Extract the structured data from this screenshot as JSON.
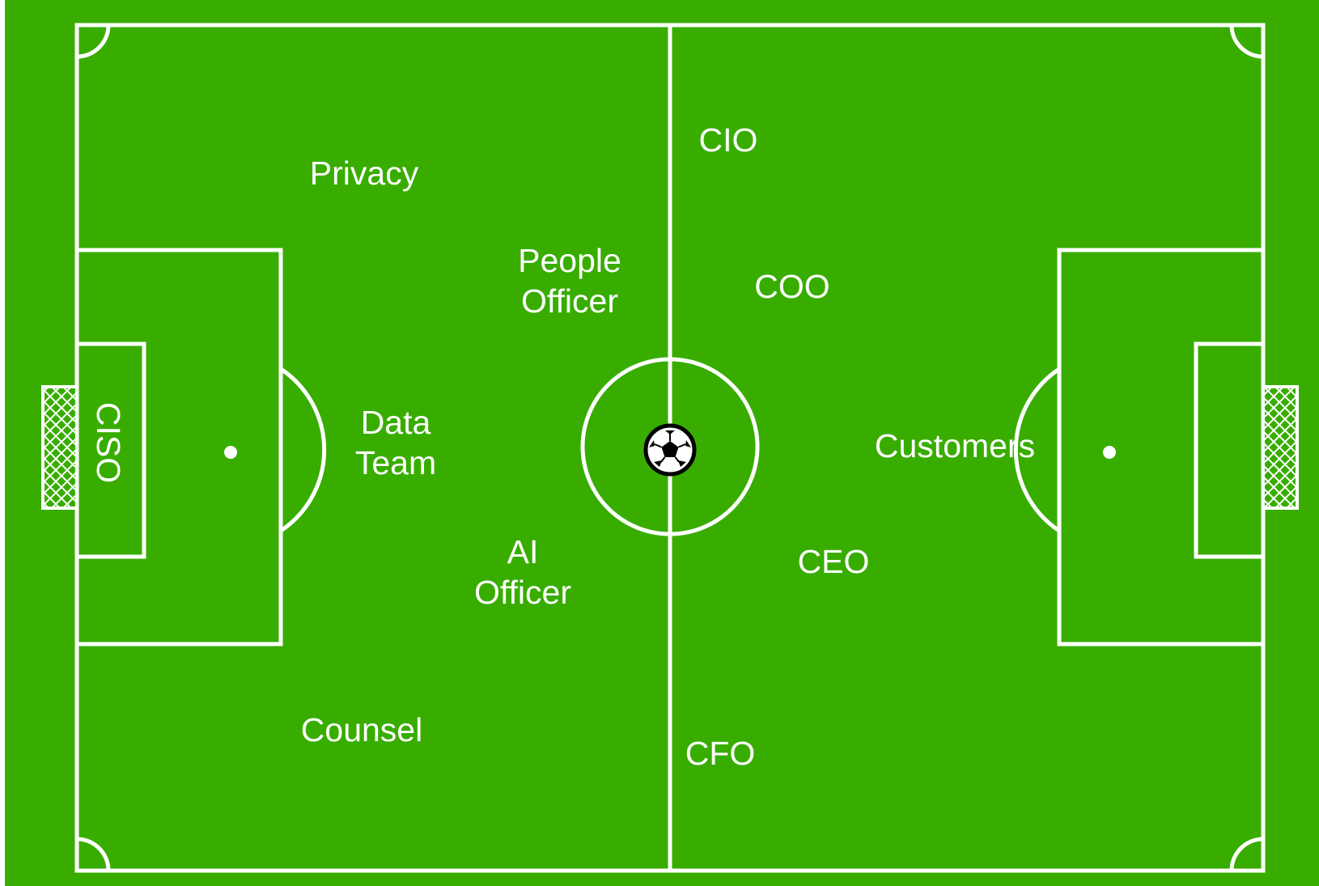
{
  "colors": {
    "grass": "#38ad00",
    "lines": "#ffffff",
    "ball": "#000000"
  },
  "players": {
    "privacy": "Privacy",
    "people_officer": [
      "People",
      "Officer"
    ],
    "data_team": [
      "Data",
      "Team"
    ],
    "ai_officer": [
      "AI",
      "Officer"
    ],
    "counsel": "Counsel",
    "ciso": "CISO",
    "cio": "CIO",
    "coo": "COO",
    "ceo": "CEO",
    "cfo": "CFO",
    "customers": "Customers"
  },
  "icons": {
    "ball": "soccer-ball-icon",
    "goal_left": "goal-net-icon",
    "goal_right": "goal-net-icon"
  }
}
